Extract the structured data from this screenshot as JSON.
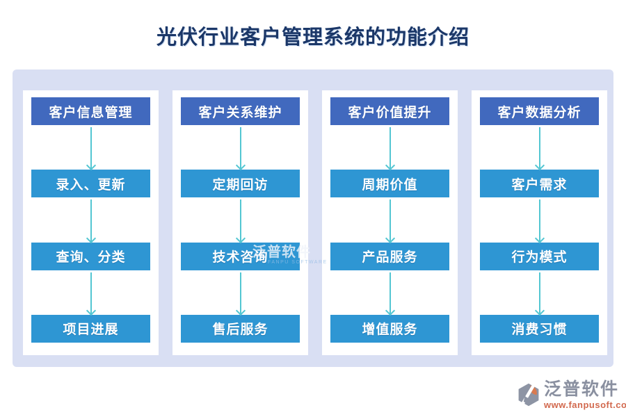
{
  "title": "光伏行业客户管理系统的功能介绍",
  "columns": [
    {
      "header": "客户信息管理",
      "items": [
        "录入、更新",
        "查询、分类",
        "项目进展"
      ]
    },
    {
      "header": "客户关系维护",
      "items": [
        "定期回访",
        "技术咨询",
        "售后服务"
      ]
    },
    {
      "header": "客户价值提升",
      "items": [
        "周期价值",
        "产品服务",
        "增值服务"
      ]
    },
    {
      "header": "客户数据分析",
      "items": [
        "客户需求",
        "行为模式",
        "消费习惯"
      ]
    }
  ],
  "watermark": {
    "text": "泛普软件",
    "subtext": "FANPU SOFTWARE"
  },
  "footer": {
    "brand": "泛普软件",
    "url": "www.fanpusoft.com"
  },
  "colors": {
    "title": "#1b3768",
    "panel": "#d9dff3",
    "header_box": "#4169be",
    "item_box": "#2e96d3",
    "arrow": "#53c6d2",
    "brand_gray": "#8a90a0",
    "url_orange": "#d2694e"
  }
}
